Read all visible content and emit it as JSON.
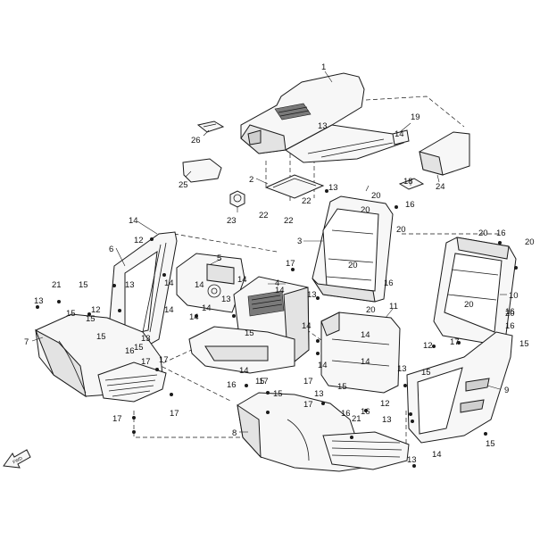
{
  "labels": [
    {
      "id": "l1",
      "text": "1"
    },
    {
      "id": "l2",
      "text": "2"
    },
    {
      "id": "l3",
      "text": "3"
    },
    {
      "id": "l4",
      "text": "4"
    },
    {
      "id": "l5",
      "text": "5"
    },
    {
      "id": "l6",
      "text": "6"
    },
    {
      "id": "l7",
      "text": "7"
    },
    {
      "id": "l8",
      "text": "8"
    },
    {
      "id": "l9",
      "text": "9"
    },
    {
      "id": "l10",
      "text": "10"
    },
    {
      "id": "l11",
      "text": "11"
    },
    {
      "id": "l12a",
      "text": "12"
    },
    {
      "id": "l12b",
      "text": "12"
    },
    {
      "id": "l12c",
      "text": "12"
    },
    {
      "id": "l12d",
      "text": "12"
    },
    {
      "id": "l13a",
      "text": "13"
    },
    {
      "id": "l13b",
      "text": "13"
    },
    {
      "id": "l13c",
      "text": "13"
    },
    {
      "id": "l13d",
      "text": "13"
    },
    {
      "id": "l13e",
      "text": "13"
    },
    {
      "id": "l13f",
      "text": "13"
    },
    {
      "id": "l13g",
      "text": "13"
    },
    {
      "id": "l13h",
      "text": "13"
    },
    {
      "id": "l13i",
      "text": "13"
    },
    {
      "id": "l13j",
      "text": "13"
    },
    {
      "id": "l13k",
      "text": "13"
    },
    {
      "id": "l14a",
      "text": "14"
    },
    {
      "id": "l14b",
      "text": "14"
    },
    {
      "id": "l14c",
      "text": "14"
    },
    {
      "id": "l14d",
      "text": "14"
    },
    {
      "id": "l14e",
      "text": "14"
    },
    {
      "id": "l14f",
      "text": "14"
    },
    {
      "id": "l14g",
      "text": "14"
    },
    {
      "id": "l14h",
      "text": "14"
    },
    {
      "id": "l14i",
      "text": "14"
    },
    {
      "id": "l14j",
      "text": "14"
    },
    {
      "id": "l14k",
      "text": "14"
    },
    {
      "id": "l14l",
      "text": "14"
    },
    {
      "id": "l14m",
      "text": "14"
    },
    {
      "id": "l14n",
      "text": "14"
    },
    {
      "id": "l14o",
      "text": "14"
    },
    {
      "id": "l15a",
      "text": "15"
    },
    {
      "id": "l15b",
      "text": "15"
    },
    {
      "id": "l15c",
      "text": "15"
    },
    {
      "id": "l15d",
      "text": "15"
    },
    {
      "id": "l15e",
      "text": "15"
    },
    {
      "id": "l15f",
      "text": "15"
    },
    {
      "id": "l15g",
      "text": "15"
    },
    {
      "id": "l15h",
      "text": "15"
    },
    {
      "id": "l15i",
      "text": "15"
    },
    {
      "id": "l15j",
      "text": "15"
    },
    {
      "id": "l15k",
      "text": "15"
    },
    {
      "id": "l15l",
      "text": "15"
    },
    {
      "id": "l16a",
      "text": "16"
    },
    {
      "id": "l16b",
      "text": "16"
    },
    {
      "id": "l16c",
      "text": "16"
    },
    {
      "id": "l16d",
      "text": "16"
    },
    {
      "id": "l16e",
      "text": "16"
    },
    {
      "id": "l16f",
      "text": "16"
    },
    {
      "id": "l16g",
      "text": "16"
    },
    {
      "id": "l16h",
      "text": "16"
    },
    {
      "id": "l16i",
      "text": "16"
    },
    {
      "id": "l17a",
      "text": "17"
    },
    {
      "id": "l17b",
      "text": "17"
    },
    {
      "id": "l17c",
      "text": "17"
    },
    {
      "id": "l17d",
      "text": "17"
    },
    {
      "id": "l17e",
      "text": "17"
    },
    {
      "id": "l17f",
      "text": "17"
    },
    {
      "id": "l17g",
      "text": "17"
    },
    {
      "id": "l17h",
      "text": "17"
    },
    {
      "id": "l17i",
      "text": "17"
    },
    {
      "id": "l18",
      "text": "18"
    },
    {
      "id": "l19",
      "text": "19"
    },
    {
      "id": "l20a",
      "text": "20"
    },
    {
      "id": "l20b",
      "text": "20"
    },
    {
      "id": "l20c",
      "text": "20"
    },
    {
      "id": "l20d",
      "text": "20"
    },
    {
      "id": "l20e",
      "text": "20"
    },
    {
      "id": "l20f",
      "text": "20"
    },
    {
      "id": "l20g",
      "text": "20"
    },
    {
      "id": "l20h",
      "text": "20"
    },
    {
      "id": "l20i",
      "text": "20"
    },
    {
      "id": "l21a",
      "text": "21"
    },
    {
      "id": "l21b",
      "text": "21"
    },
    {
      "id": "l22a",
      "text": "22"
    },
    {
      "id": "l22b",
      "text": "22"
    },
    {
      "id": "l22c",
      "text": "22"
    },
    {
      "id": "l23",
      "text": "23"
    },
    {
      "id": "l24",
      "text": "24"
    },
    {
      "id": "l25",
      "text": "25"
    },
    {
      "id": "l26",
      "text": "26"
    }
  ],
  "direction_arrow": {
    "text": "FWD"
  }
}
